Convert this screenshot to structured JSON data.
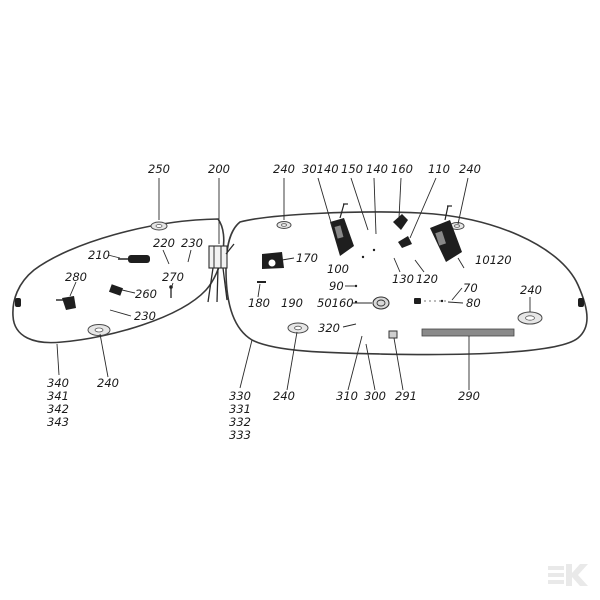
{
  "diagram": {
    "callouts": {
      "c250": "250",
      "c200": "200",
      "c240_top_left": "240",
      "c30140": "30140",
      "c150": "150",
      "c140": "140",
      "c160": "160",
      "c110": "110",
      "c240_top_right": "240",
      "c210": "210",
      "c220": "220",
      "c230_top": "230",
      "c170": "170",
      "c100": "100",
      "c130": "130",
      "c120": "120",
      "c10120": "10120",
      "c280": "280",
      "c270": "270",
      "c260": "260",
      "c90": "90",
      "c70": "70",
      "c180": "180",
      "c190": "190",
      "c50160": "50160",
      "c80": "80",
      "c240_right": "240",
      "c230_bottom": "230",
      "c320": "320",
      "c240_bottom_left": "240",
      "c240_bottom_mid": "240",
      "c310": "310",
      "c300": "300",
      "c291": "291",
      "c290": "290",
      "c340": "340",
      "c341": "341",
      "c342": "342",
      "c343": "343",
      "c330": "330",
      "c331": "331",
      "c332": "332",
      "c333": "333"
    },
    "icons": [
      "watermark-logo-icon"
    ],
    "colors": {
      "ink": "#1e1e1e",
      "background": "#ffffff"
    }
  }
}
